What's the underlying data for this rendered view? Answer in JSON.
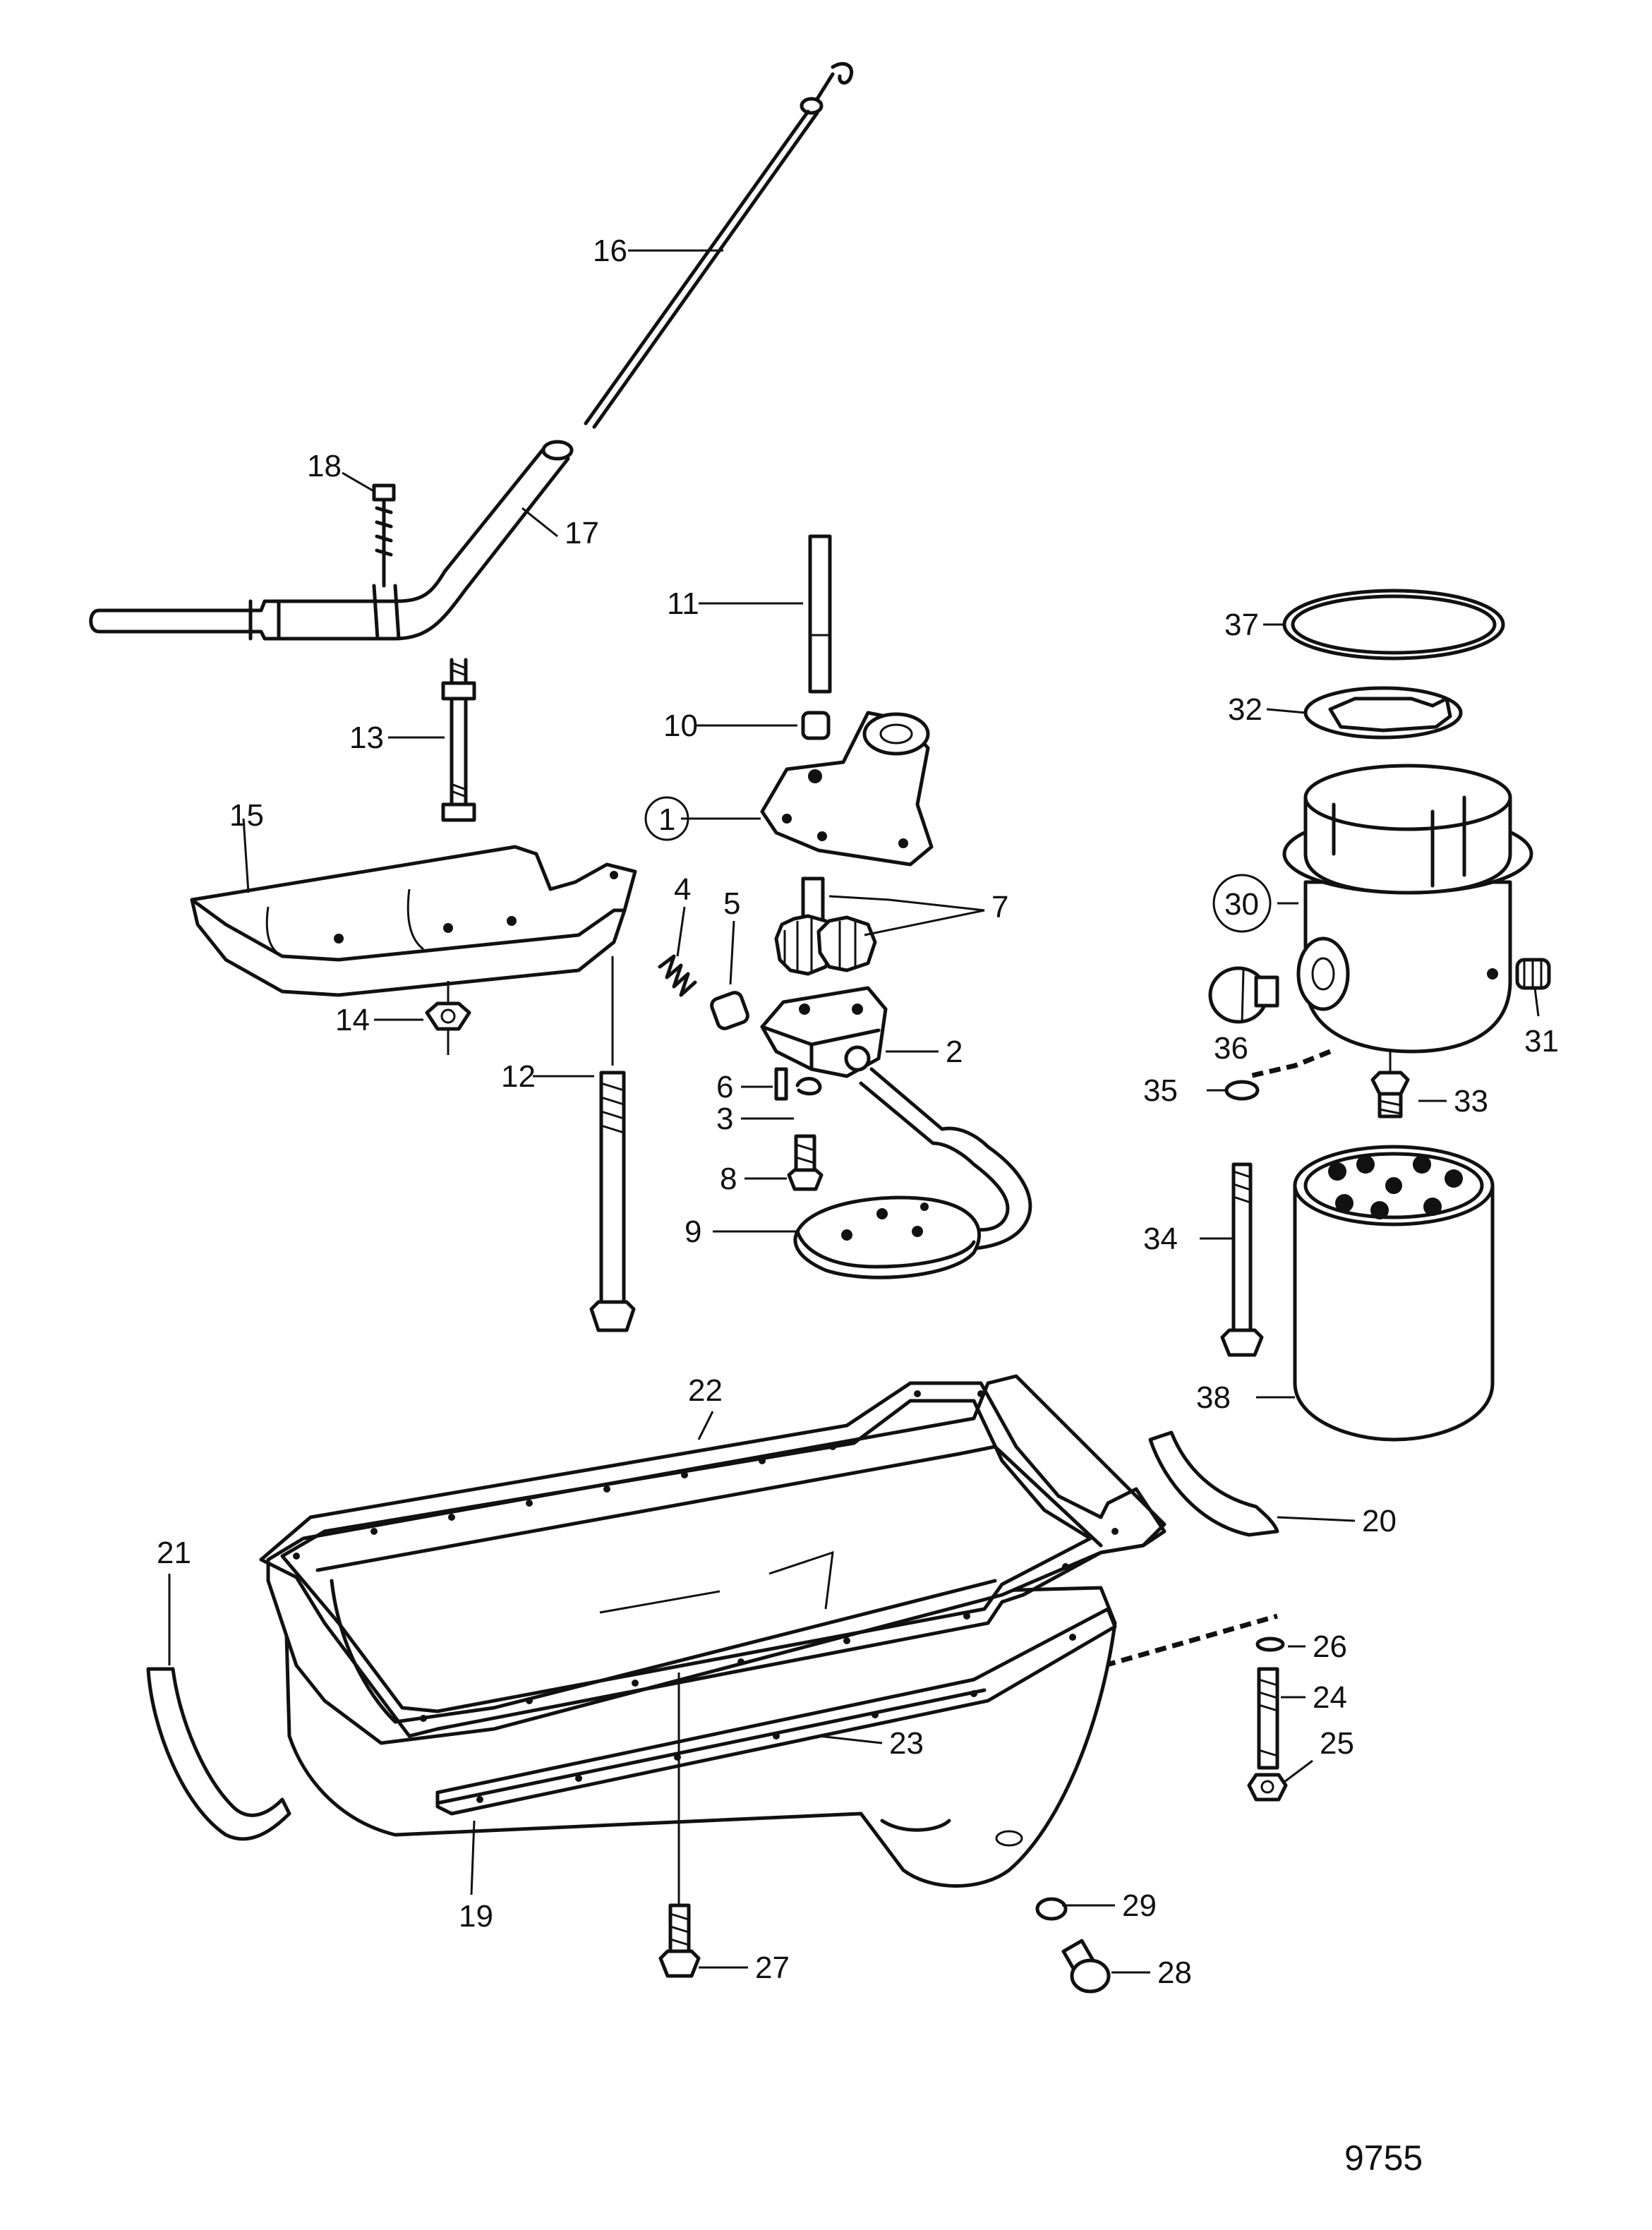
{
  "callouts": {
    "p1": "1",
    "p2": "2",
    "p3": "3",
    "p4": "4",
    "p5": "5",
    "p6": "6",
    "p7": "7",
    "p8": "8",
    "p9": "9",
    "p10": "10",
    "p11": "11",
    "p12": "12",
    "p13": "13",
    "p14": "14",
    "p15": "15",
    "p16": "16",
    "p17": "17",
    "p18": "18",
    "p19": "19",
    "p20": "20",
    "p21": "21",
    "p22": "22",
    "p23": "23",
    "p24": "24",
    "p25": "25",
    "p26": "26",
    "p27": "27",
    "p28": "28",
    "p29": "29",
    "p30": "30",
    "p31": "31",
    "p32": "32",
    "p33": "33",
    "p34": "34",
    "p35": "35",
    "p36": "36",
    "p37": "37",
    "p38": "38"
  },
  "reference_number": "9755"
}
